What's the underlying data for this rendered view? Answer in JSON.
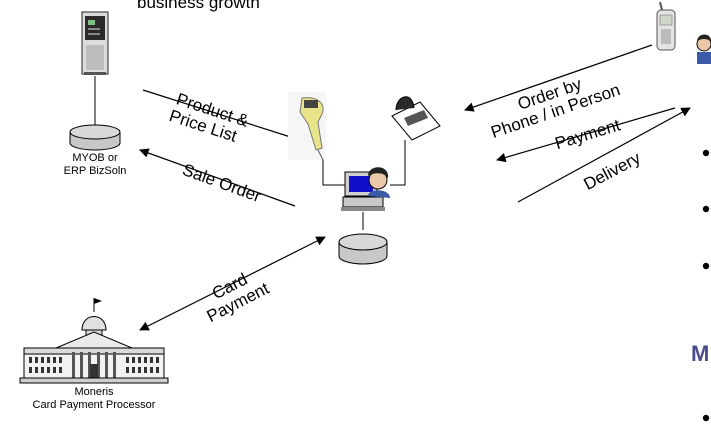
{
  "top_caption": "business growth",
  "nodes": {
    "erp": {
      "line1": "MYOB or",
      "line2": "ERP BizSoln"
    },
    "moneris": {
      "line1": "Moneris",
      "line2": "Card Payment Processor"
    }
  },
  "flows": {
    "product_price": {
      "line1": "Product &",
      "line2": "Price List"
    },
    "sale_order": "Sale Order",
    "card_payment": {
      "line1": "Card",
      "line2": "Payment"
    },
    "order_phone": {
      "line1": "Order by",
      "line2": "Phone / in Person"
    },
    "payment": "Payment",
    "delivery": "Delivery"
  },
  "partial_heading": "M",
  "colors": {
    "heading": "#4a4a8c",
    "monitor": "#1010c8"
  }
}
